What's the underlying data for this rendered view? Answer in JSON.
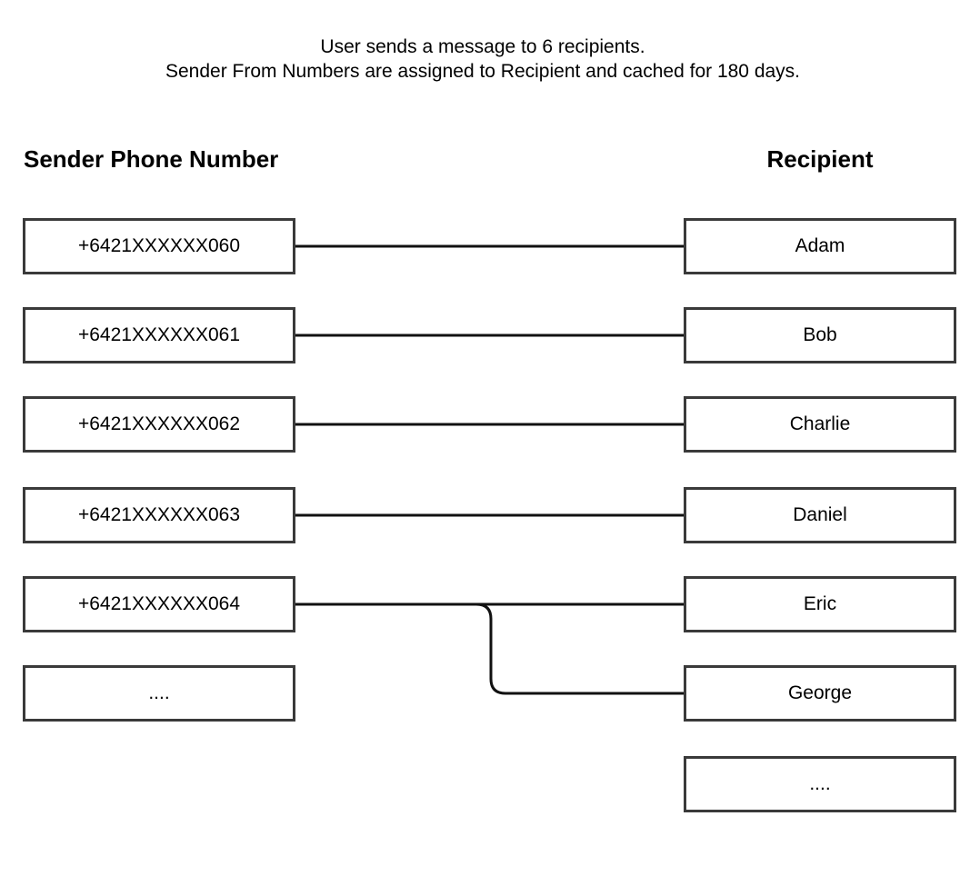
{
  "intro": {
    "line1": "User sends a message to 6 recipients.",
    "line2": "Sender From Numbers are assigned to Recipient and cached for 180 days."
  },
  "headings": {
    "sender": "Sender Phone Number",
    "recipient": "Recipient"
  },
  "senders": [
    "+6421XXXXXX060",
    "+6421XXXXXX061",
    "+6421XXXXXX062",
    "+6421XXXXXX063",
    "+6421XXXXXX064",
    "...."
  ],
  "recipients": [
    "Adam",
    "Bob",
    "Charlie",
    "Daniel",
    "Eric",
    "George",
    "...."
  ],
  "links": [
    {
      "from": 0,
      "to": 0
    },
    {
      "from": 1,
      "to": 1
    },
    {
      "from": 2,
      "to": 2
    },
    {
      "from": 3,
      "to": 3
    },
    {
      "from": 4,
      "to": 4
    },
    {
      "from": 4,
      "to": 5
    }
  ],
  "colors": {
    "box_border": "#3a3a3a",
    "connector": "#111111"
  }
}
